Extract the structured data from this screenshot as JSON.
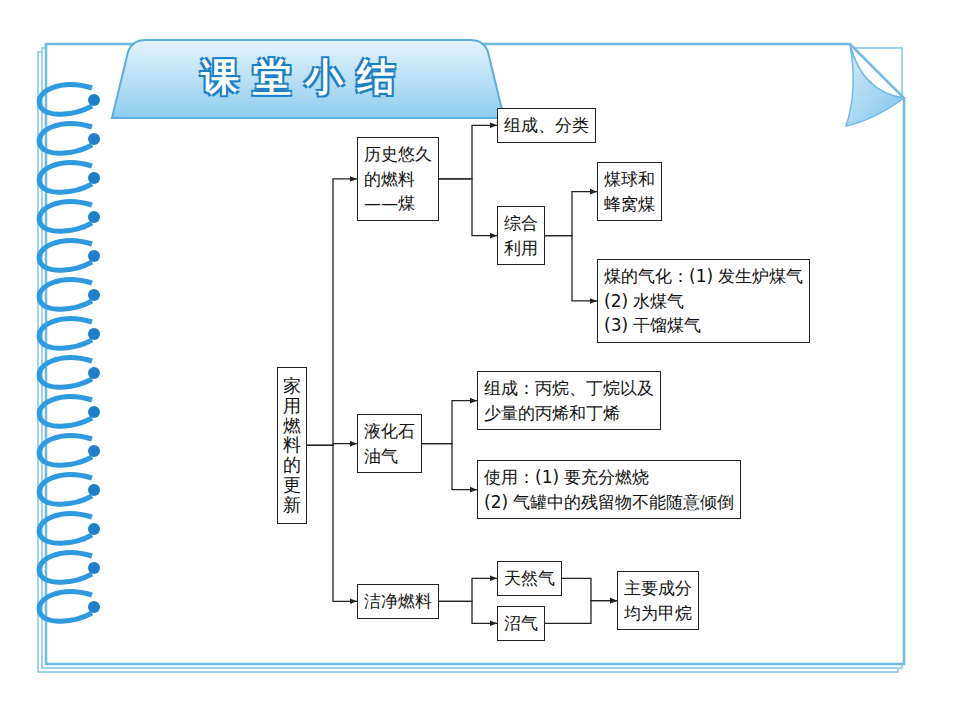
{
  "diagram": {
    "title": "课堂小结",
    "nodes": [
      {
        "text": [
          "家用燃料的更新"
        ]
      },
      {
        "text": [
          "历史悠久 的燃料 ——煤"
        ]
      },
      {
        "text": [
          "组成、分类"
        ]
      },
      {
        "text": [
          "综合 利用"
        ]
      },
      {
        "text": [
          "煤球和 蜂窝煤"
        ]
      },
      {
        "text": [
          "煤的气化：(1) 发生炉煤气 (2) 水煤气 (3) 干馏煤气"
        ]
      },
      {
        "text": [
          "液化石 油气"
        ]
      },
      {
        "text": [
          "组成：丙烷、丁烷以及 少量的丙烯和丁烯"
        ]
      },
      {
        "text": [
          "使用：(1) 要充分燃烧 (2) 气罐中的残留物不能随意倾倒"
        ]
      },
      {
        "text": [
          "洁净燃料"
        ]
      },
      {
        "text": [
          "天然气"
        ]
      },
      {
        "text": [
          "沼气"
        ]
      },
      {
        "text": [
          "主要成分 均为甲烷"
        ]
      }
    ],
    "edges": [
      {
        "from": 0,
        "to": 1,
        "arrow": "to"
      },
      {
        "from": 0,
        "to": 6,
        "arrow": "to"
      },
      {
        "from": 0,
        "to": 9,
        "arrow": "to"
      },
      {
        "from": 1,
        "to": 2,
        "arrow": "to"
      },
      {
        "from": 1,
        "to": 3,
        "arrow": "to"
      },
      {
        "from": 3,
        "to": 4,
        "arrow": "to"
      },
      {
        "from": 3,
        "to": 5,
        "arrow": "to"
      },
      {
        "from": 6,
        "to": 7,
        "arrow": "to"
      },
      {
        "from": 6,
        "to": 8,
        "arrow": "to"
      },
      {
        "from": 9,
        "to": 10,
        "arrow": "to"
      },
      {
        "from": 9,
        "to": 11,
        "arrow": "to"
      },
      {
        "from": 10,
        "to": 12,
        "arrow": "to"
      },
      {
        "from": 11,
        "to": 12,
        "arrow": "to"
      }
    ]
  }
}
